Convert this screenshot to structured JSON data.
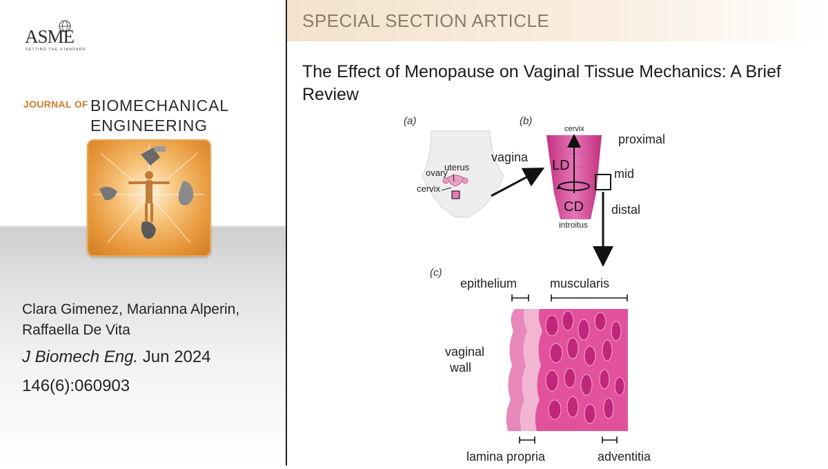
{
  "publisher": {
    "logo_text": "ASME",
    "tagline": "SETTING THE STANDARD"
  },
  "journal": {
    "prefix": "JOURNAL OF",
    "name_line1": "BIOMECHANICAL",
    "name_line2": "ENGINEERING"
  },
  "article": {
    "section_label": "SPECIAL SECTION ARTICLE",
    "title": "The Effect of Menopause on Vaginal Tissue Mechanics: A Brief Review",
    "authors": "Clara Gimenez, Marianna Alperin, Raffaella De Vita",
    "journal_abbrev": "J Biomech Eng.",
    "date": "Jun 2024",
    "volume_issue": "146(6):060903"
  },
  "figure": {
    "panel_a": "(a)",
    "panel_b": "(b)",
    "panel_c": "(c)",
    "labels_a": {
      "ovary": "ovary",
      "uterus": "uterus",
      "cervix": "cervix",
      "vagina": "vagina"
    },
    "labels_b": {
      "cervix": "cervix",
      "proximal": "proximal",
      "ld": "LD",
      "mid": "mid",
      "cd": "CD",
      "distal": "distal",
      "introitus": "introitus"
    },
    "labels_c": {
      "epithelium": "epithelium",
      "muscularis": "muscularis",
      "vaginal_wall_1": "vaginal",
      "vaginal_wall_2": "wall",
      "lamina_propria": "lamina propria",
      "adventitia": "adventitia"
    }
  },
  "colors": {
    "accent_orange": "#d07a2b",
    "tissue_pink": "#e0559d",
    "tissue_dark": "#b41e6c",
    "banner_text": "#8a7b6a"
  }
}
